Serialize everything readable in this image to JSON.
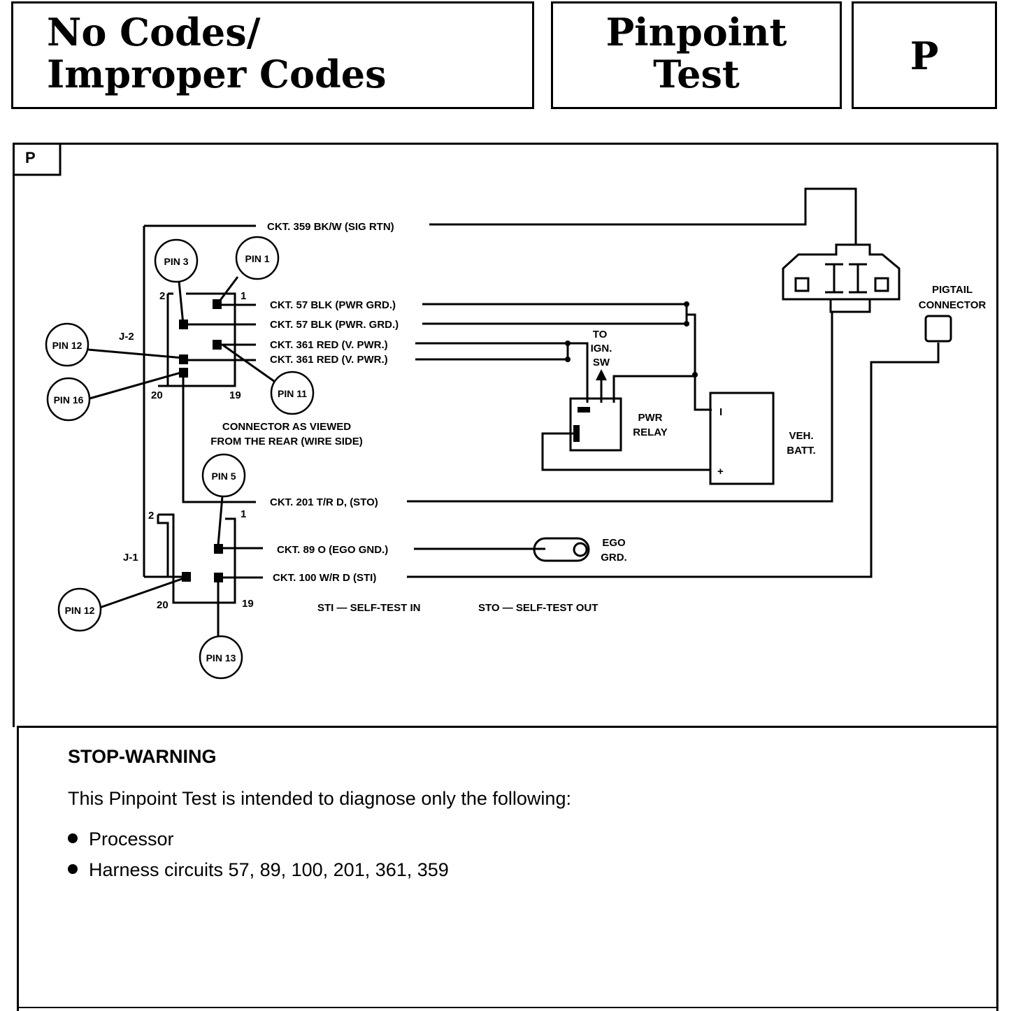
{
  "header": {
    "title_line1": "No Codes/",
    "title_line2": "Improper Codes",
    "test_line1": "Pinpoint",
    "test_line2": "Test",
    "test_letter": "P"
  },
  "diagram": {
    "panel_tag": "P",
    "circuits": {
      "ckt_359": "CKT. 359 BK/W (SIG RTN)",
      "ckt_57a": "CKT. 57 BLK (PWR GRD.)",
      "ckt_57b": "CKT. 57 BLK (PWR. GRD.)",
      "ckt_361a": "CKT. 361 RED (V. PWR.)",
      "ckt_361b": "CKT. 361 RED (V. PWR.)",
      "ckt_201": "CKT. 201 T/R D, (STO)",
      "ckt_89": "CKT. 89 O (EGO GND.)",
      "ckt_100": "CKT. 100 W/R D (STI)"
    },
    "pins": {
      "pin3": "PIN 3",
      "pin1": "PIN 1",
      "pin12_j2": "PIN 12",
      "pin16": "PIN 16",
      "pin11": "PIN 11",
      "pin5": "PIN 5",
      "pin12_j1": "PIN 12",
      "pin13": "PIN 13"
    },
    "numbers": {
      "j2_2": "2",
      "j2_1": "1",
      "j2_20": "20",
      "j2_19": "19",
      "j1_2": "2",
      "j1_1": "1",
      "j1_20": "20",
      "j1_19": "19"
    },
    "connectors": {
      "j2": "J-2",
      "j1": "J-1"
    },
    "connector_note_1": "CONNECTOR AS VIEWED",
    "connector_note_2": "FROM THE REAR (WIRE SIDE)",
    "to_ign_1": "TO",
    "to_ign_2": "IGN.",
    "to_ign_3": "SW",
    "pwr_relay_1": "PWR",
    "pwr_relay_2": "RELAY",
    "veh_batt_1": "VEH.",
    "veh_batt_2": "BATT.",
    "batt_neg": "I",
    "batt_pos": "+",
    "ego_1": "EGO",
    "ego_2": "GRD.",
    "pigtail_1": "PIGTAIL",
    "pigtail_2": "CONNECTOR",
    "sti_legend": "STI — SELF-TEST IN",
    "sto_legend": "STO — SELF-TEST OUT"
  },
  "warning": {
    "heading": "STOP-WARNING",
    "intro": "This Pinpoint Test is intended to diagnose only the following:",
    "items": [
      "Processor",
      "Harness circuits 57, 89, 100, 201, 361, 359"
    ]
  }
}
